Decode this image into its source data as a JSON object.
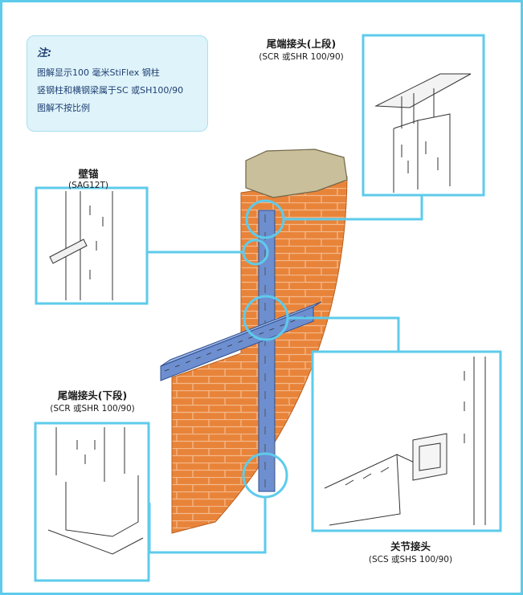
{
  "note": {
    "title": "注:",
    "lines": [
      "图解显示100 毫米StiFlex 钢柱",
      "竖钢柱和横钢梁属于SC 或SH100/90",
      "图解不按比例"
    ]
  },
  "labels": {
    "end_joint_top": {
      "title": "尾端接头(上段)",
      "sub": "(SCR 或SHR 100/90)"
    },
    "wall_anchor": {
      "title": "壁锚",
      "sub": "(SAG12T)"
    },
    "end_joint_bottom": {
      "title": "尾端接头(下段)",
      "sub": "(SCR 或SHR 100/90)"
    },
    "joint_connector": {
      "title": "关节接头",
      "sub": "(SCS 或SHS 100/90)"
    }
  },
  "colors": {
    "frame": "#5ecbeb",
    "brick": "#e8843a",
    "mortar": "#f4b98a",
    "steel": "#6d8fd0",
    "stone": "#c9bf9a"
  }
}
